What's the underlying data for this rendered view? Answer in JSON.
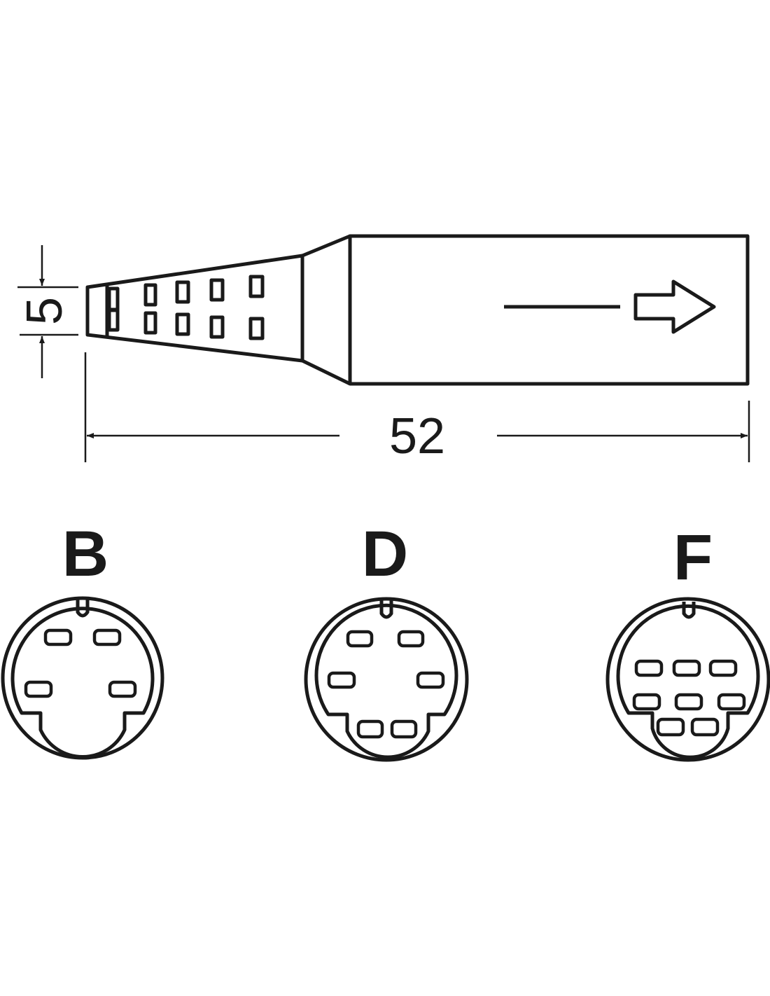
{
  "plug_side_view": {
    "tip_height_dimension": "5",
    "overall_length_dimension": "52"
  },
  "connectors": [
    {
      "label": "B",
      "pin_count": 4
    },
    {
      "label": "D",
      "pin_count": 6
    },
    {
      "label": "F",
      "pin_count": 8
    }
  ]
}
